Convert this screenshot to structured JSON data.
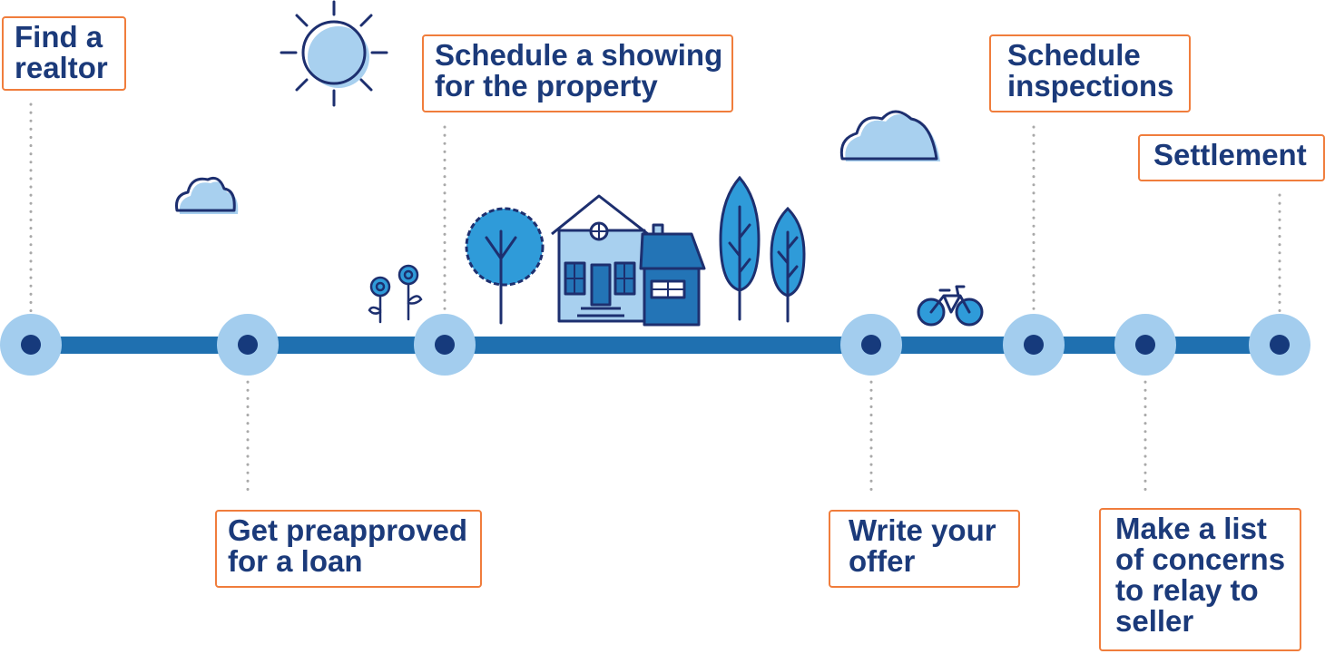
{
  "steps": [
    {
      "id": "find-realtor",
      "lines": [
        "Find a",
        "realtor"
      ]
    },
    {
      "id": "preapproved",
      "lines": [
        "Get preapproved",
        "for a loan"
      ]
    },
    {
      "id": "showing",
      "lines": [
        "Schedule a showing",
        "for the property"
      ]
    },
    {
      "id": "offer",
      "lines": [
        "Write your",
        "offer"
      ]
    },
    {
      "id": "inspections",
      "lines": [
        "Schedule",
        "inspections"
      ]
    },
    {
      "id": "concerns",
      "lines": [
        "Make a list",
        "of concerns",
        "to relay to",
        "seller"
      ]
    },
    {
      "id": "settlement",
      "lines": [
        "Settlement"
      ]
    }
  ],
  "colors": {
    "timeline": "#1f70b0",
    "node_outer": "#a3cdee",
    "node_inner": "#163a7c",
    "box_border": "#f07d3c",
    "text": "#1b3a7a",
    "connector": "#a9a9a9",
    "illustration_stroke": "#1d2f6f",
    "illustration_fill_light": "#a8d0ef",
    "illustration_fill_mid": "#2f9bd9",
    "illustration_fill_dark": "#2374b6"
  },
  "illustrations": [
    "sun-icon",
    "cloud-icon",
    "cloud-icon",
    "flowers-icon",
    "round-tree-icon",
    "house-icon",
    "tall-tree-icon",
    "tall-tree-icon",
    "bicycle-icon"
  ]
}
